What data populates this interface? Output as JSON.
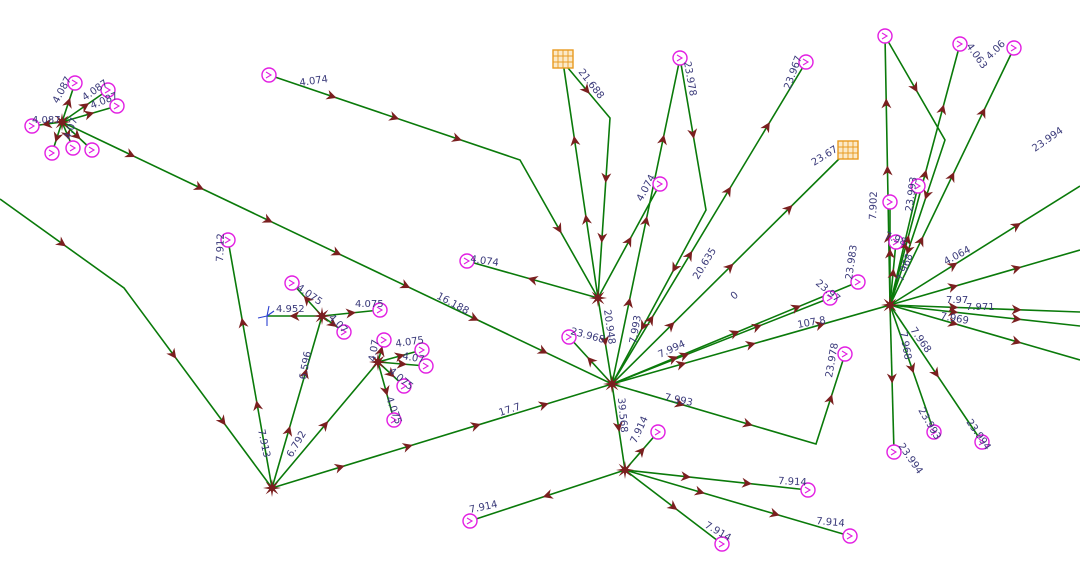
{
  "colors": {
    "line": "#0a7a0a",
    "arrow": "#7a1f1f",
    "load_node": "#e21ee2",
    "generator": "#e89a20",
    "wind_source": "#2b3fd0",
    "label": "#3a3a7a"
  },
  "icons": {
    "load": "circle-load-icon",
    "generator": "grid-generator-icon",
    "wind": "wind-turbine-icon",
    "junction": "star-junction-icon"
  },
  "labels": {
    "a": "4.074",
    "b": "4.087",
    "c": "4.087",
    "d": "4.087",
    "e": "4.07",
    "f": "21.688",
    "g": "23.978",
    "h": "23.967",
    "i": "4.063",
    "j": "4.06",
    "k": "23.994",
    "l": "23.67",
    "m": "4.074",
    "n": "4.074",
    "o": "7.912",
    "p": "4.075",
    "q": "4.952",
    "r": "4.075",
    "s": "4.07",
    "t": "16.188",
    "u": "4.075",
    "v": "4.07",
    "w": "4.07",
    "x": "4.075",
    "y": "6.596",
    "z": "23.968",
    "aa": "20.948",
    "ab": "7.993",
    "ac": "20.635",
    "ad": "0",
    "ae": "7.99",
    "af": "23.983",
    "ag": "23.97",
    "ah": "107.8",
    "ai": "7.902",
    "aj": "23.993",
    "ak": "7.98",
    "al": "7.968",
    "am": "4.064",
    "an": "7.97",
    "ao": "7.971",
    "ap": "7.97",
    "aq": "7.969",
    "ar": "23.978",
    "as": "7.968",
    "at": "7.968",
    "au": "7.994",
    "av": "7.913",
    "aw": "6.792",
    "ax": "17.7",
    "ay": "39.568",
    "az": "7.993",
    "ba": "7.914",
    "bb": "23.993",
    "bc": "23.994",
    "bd": "23.994",
    "be": "7.914",
    "bf": "7.914",
    "bg": "7.914",
    "bh": "7.914"
  }
}
